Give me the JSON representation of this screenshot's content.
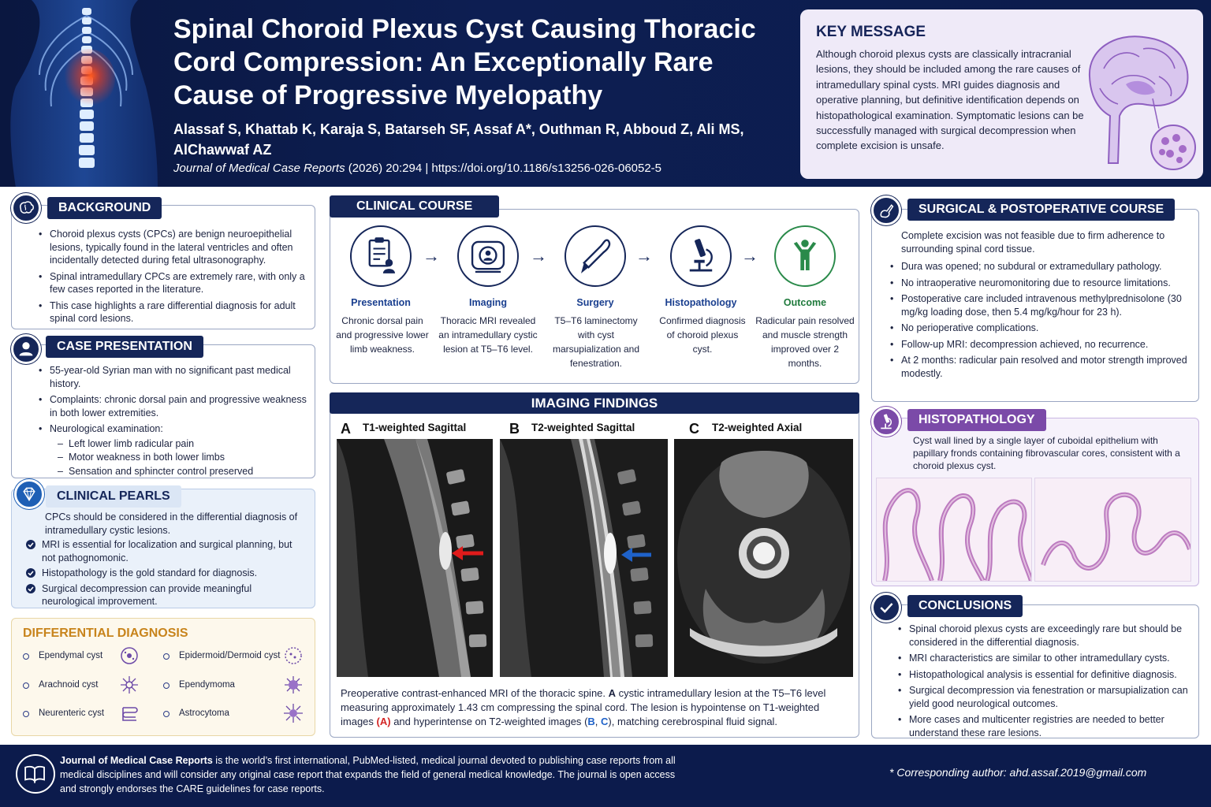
{
  "header": {
    "title": "Spinal Choroid Plexus Cyst Causing Thoracic Cord Compression: An Exceptionally Rare Cause of Progressive Myelopathy",
    "authors": "Alassaf S, Khattab K, Karaja S, Batarseh SF, Assaf A*, Outhman R, Abboud Z, Ali MS, AlChawwaf AZ",
    "journal": "Journal of Medical Case Reports",
    "citation_rest": " (2026) 20:294  |  https://doi.org/10.1186/s13256-026-06052-5"
  },
  "key_message": {
    "title": "KEY MESSAGE",
    "text": "Although choroid plexus cysts are classically intracranial lesions, they should be included among the rare causes of intramedullary spinal cysts. MRI guides diagnosis and operative planning, but definitive identification depends on histopathological examination. Symptomatic lesions can be successfully managed with surgical decompression when complete excision is unsafe."
  },
  "background": {
    "title": "BACKGROUND",
    "items": [
      "Choroid plexus cysts (CPCs) are benign neuroepithelial lesions, typically found in the lateral ventricles and often incidentally detected during fetal ultrasonography.",
      "Spinal intramedullary CPCs are extremely rare, with only a few cases reported in the literature.",
      "This case highlights a rare differential diagnosis for adult spinal cord lesions."
    ]
  },
  "case": {
    "title": "CASE PRESENTATION",
    "items": [
      "55-year-old Syrian man with no significant past medical history.",
      "Complaints: chronic dorsal pain and progressive weakness in both lower extremities.",
      "Neurological examination:"
    ],
    "sub_items": [
      "Left lower limb radicular pain",
      "Motor weakness in both lower limbs",
      "Sensation and sphincter control preserved"
    ]
  },
  "pearls": {
    "title": "CLINICAL PEARLS",
    "intro": "CPCs should be considered in the differential diagnosis of intramedullary cystic lesions.",
    "items": [
      "MRI is essential for localization and surgical planning, but not pathognomonic.",
      "Histopathology is the gold standard for diagnosis.",
      "Surgical decompression can provide meaningful neurological improvement."
    ]
  },
  "differential": {
    "title": "DIFFERENTIAL DIAGNOSIS",
    "items": [
      "Ependymal cyst",
      "Epidermoid/Dermoid cyst",
      "Arachnoid cyst",
      "Ependymoma",
      "Neurenteric cyst",
      "Astrocytoma"
    ]
  },
  "course": {
    "title": "CLINICAL COURSE",
    "steps": [
      {
        "title": "Presentation",
        "text": "Chronic dorsal pain and progressive lower limb weakness.",
        "icon": "clipboard-icon"
      },
      {
        "title": "Imaging",
        "text": "Thoracic MRI revealed an intramedullary cystic lesion at T5–T6 level.",
        "icon": "mri-scanner-icon"
      },
      {
        "title": "Surgery",
        "text": "T5–T6 laminectomy with cyst marsupialization and fenestration.",
        "icon": "scalpel-icon"
      },
      {
        "title": "Histopathology",
        "text": "Confirmed diagnosis of choroid plexus cyst.",
        "icon": "microscope-icon"
      },
      {
        "title": "Outcome",
        "text": "Radicular pain resolved and muscle strength improved over 2 months.",
        "icon": "person-raised-arms-icon"
      }
    ]
  },
  "imaging": {
    "title": "IMAGING FINDINGS",
    "panels": [
      {
        "letter": "A",
        "label": "T1-weighted Sagittal"
      },
      {
        "letter": "B",
        "label": "T2-weighted Sagittal"
      },
      {
        "letter": "C",
        "label": "T2-weighted Axial"
      }
    ],
    "caption_1": "Preoperative contrast-enhanced MRI of the thoracic spine. ",
    "caption_A": "A",
    "caption_2": " cystic intramedullary lesion at the T5–T6 level measuring approximately 1.43 cm compressing the spinal cord. The lesion is hypointense on T1-weighted images ",
    "caption_ref_A": "(A)",
    "caption_3": " and hyperintense on T2-weighted images ",
    "caption_ref_open": "(",
    "caption_ref_B": "B",
    "caption_ref_sep": ", ",
    "caption_ref_C": "C",
    "caption_ref_close": ")",
    "caption_4": ", matching cerebrospinal fluid signal."
  },
  "surgical": {
    "title": "SURGICAL & POSTOPERATIVE COURSE",
    "intro": "Complete excision was not feasible due to firm adherence to surrounding spinal cord tissue.",
    "items": [
      "Dura was opened; no subdural or extramedullary pathology.",
      "No intraoperative neuromonitoring due to resource limitations.",
      "Postoperative care included intravenous methylprednisolone (30 mg/kg loading dose, then 5.4 mg/kg/hour for 23 h).",
      "No perioperative complications.",
      "Follow-up MRI: decompression achieved, no recurrence.",
      "At 2 months: radicular pain resolved and motor strength improved modestly."
    ]
  },
  "histopathology": {
    "title": "HISTOPATHOLOGY",
    "text": "Cyst wall lined by a single layer of cuboidal epithelium with papillary fronds containing fibrovascular cores, consistent with a choroid plexus cyst."
  },
  "conclusions": {
    "title": "CONCLUSIONS",
    "items": [
      "Spinal choroid plexus cysts are exceedingly rare but should be considered in the differential diagnosis.",
      "MRI characteristics are similar to other intramedullary cysts.",
      "Histopathological analysis is essential for definitive diagnosis.",
      "Surgical decompression via fenestration or marsupialization can yield good neurological outcomes.",
      "More cases and multicenter registries are needed to better understand these rare lesions."
    ]
  },
  "footer": {
    "journal_bold": "Journal of Medical Case Reports",
    "text": " is the world’s first international, PubMed-listed, medical journal devoted to publishing case reports from all medical disciplines and will consider any original case report that expands the field of general medical knowledge. The journal is open access and strongly endorses the CARE guidelines for case reports.",
    "corresponding": "* Corresponding author:  ahd.assaf.2019@gmail.com"
  },
  "colors": {
    "navy": "#152659",
    "accent_red": "#d32424",
    "accent_blue": "#1f62c9",
    "outcome_green": "#2a8a4a",
    "histo_purple": "#7b4aa8",
    "diff_gold": "#c8841c"
  }
}
